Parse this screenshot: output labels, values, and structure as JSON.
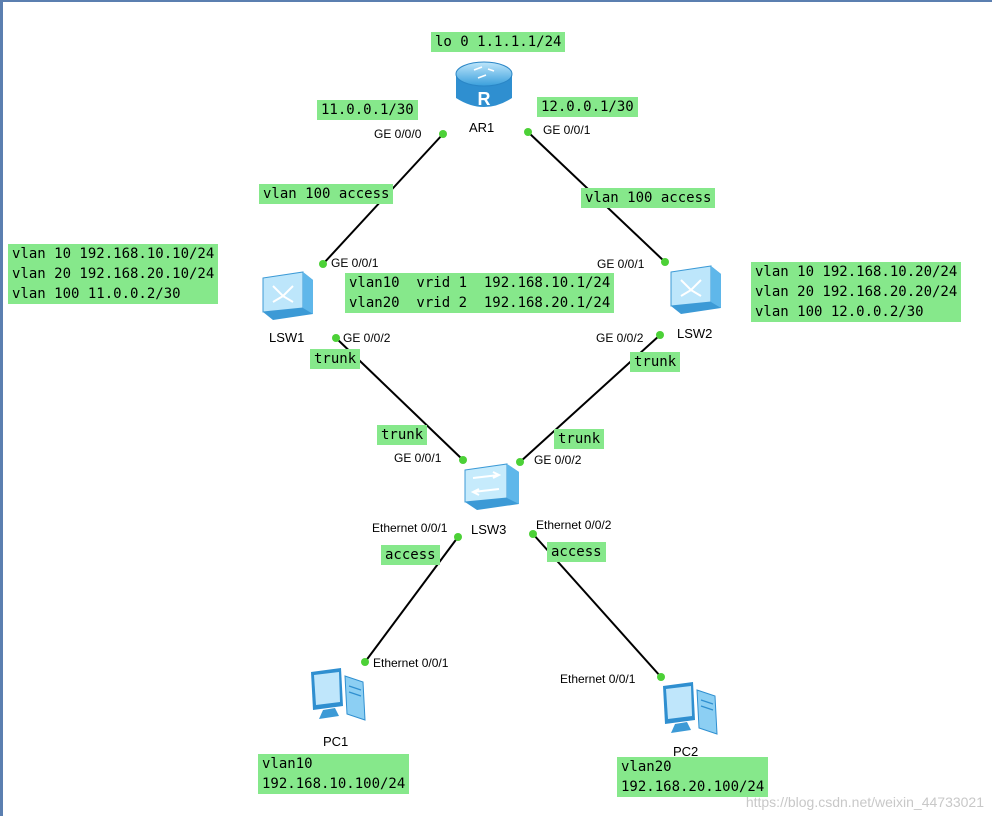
{
  "devices": {
    "ar1": "AR1",
    "lsw1": "LSW1",
    "lsw2": "LSW2",
    "lsw3": "LSW3",
    "pc1": "PC1",
    "pc2": "PC2"
  },
  "ports": {
    "ar1_ge000": "GE 0/0/0",
    "ar1_ge001": "GE 0/0/1",
    "lsw1_ge001": "GE 0/0/1",
    "lsw1_ge002": "GE 0/0/2",
    "lsw2_ge001": "GE 0/0/1",
    "lsw2_ge002": "GE 0/0/2",
    "lsw3_ge001": "GE 0/0/1",
    "lsw3_ge002": "GE 0/0/2",
    "lsw3_eth001": "Ethernet 0/0/1",
    "lsw3_eth002": "Ethernet 0/0/2",
    "pc1_eth001": "Ethernet 0/0/1",
    "pc2_eth001": "Ethernet 0/0/1"
  },
  "notes": {
    "loopback": "lo 0 1.1.1.1/24",
    "ar1_left_ip": "11.0.0.1/30",
    "ar1_right_ip": "12.0.0.1/30",
    "left_uplink_mode": "vlan 100 access",
    "right_uplink_mode": "vlan 100 access",
    "lsw1_config": "vlan 10 192.168.10.10/24\nvlan 20 192.168.20.10/24\nvlan 100 11.0.0.2/30",
    "lsw2_config": "vlan 10 192.168.10.20/24\nvlan 20 192.168.20.20/24\nvlan 100 12.0.0.2/30",
    "vrrp_config": "vlan10  vrid 1  192.168.10.1/24\nvlan20  vrid 2  192.168.20.1/24",
    "trunk_lsw1": "trunk",
    "trunk_lsw2": "trunk",
    "trunk_lsw3_left": "trunk",
    "trunk_lsw3_right": "trunk",
    "access_left": "access",
    "access_right": "access",
    "pc1_config": "vlan10\n192.168.10.100/24",
    "pc2_config": "vlan20\n192.168.20.100/24"
  },
  "watermark": "https://blog.csdn.net/weixin_44733021",
  "colors": {
    "note_bg": "#86e88b",
    "link": "#000000",
    "port_dot": "#4cd137",
    "router_body": "#5ab4e8",
    "switch_body": "#6cc4f0",
    "pc_body": "#4aa8e6"
  }
}
